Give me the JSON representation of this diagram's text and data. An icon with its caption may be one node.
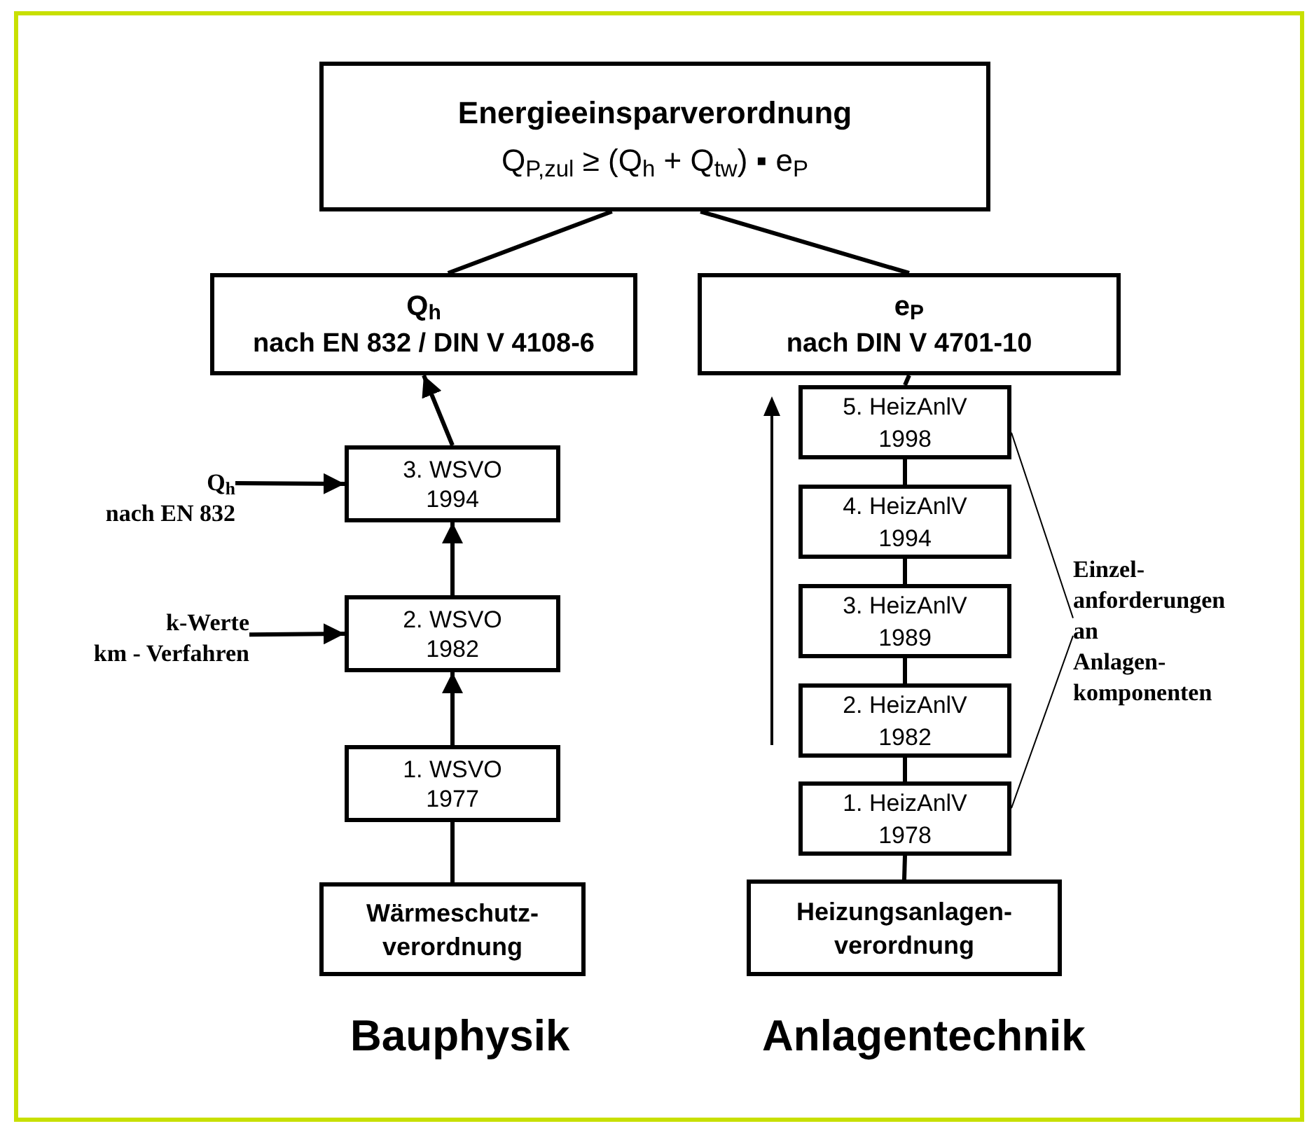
{
  "diagram": {
    "nodes": [
      {
        "text": [
          "Energieeinsparverordnung",
          "Q$_{P,zul}$ ≥ (Q$_{h}$ + Q$_{tw}$) ▪ e$_{P}$"
        ]
      },
      {
        "text": [
          "Q$_{h}$",
          "nach EN 832 / DIN V 4108-6"
        ]
      },
      {
        "text": [
          "e$_{P}$",
          "nach DIN V 4701-10"
        ]
      },
      {
        "text": [
          "3. WSVO",
          "1994"
        ]
      },
      {
        "text": [
          "2. WSVO",
          "1982"
        ]
      },
      {
        "text": [
          "1. WSVO",
          "1977"
        ]
      },
      {
        "text": [
          "Wärmeschutz- verordnung"
        ]
      },
      {
        "text": [
          "Q$_{h}$",
          "nach EN 832"
        ]
      },
      {
        "text": [
          "k-Werte",
          "km - Verfahren"
        ]
      },
      {
        "text": [
          "5. HeizAnlV",
          "1998"
        ]
      },
      {
        "text": [
          "4. HeizAnlV",
          "1994"
        ]
      },
      {
        "text": [
          "3. HeizAnlV",
          "1989"
        ]
      },
      {
        "text": [
          "2. HeizAnlV",
          "1982"
        ]
      },
      {
        "text": [
          "1. HeizAnlV",
          "1978"
        ]
      },
      {
        "text": [
          "Heizungsanlagen- verordnung"
        ]
      },
      {
        "text": [
          "Einzel- anforderungen an Anlagen- komponenten"
        ]
      }
    ],
    "edges": [
      {
        "from": 0,
        "to": 1,
        "arrow": "none"
      },
      {
        "from": 0,
        "to": 2,
        "arrow": "none"
      },
      {
        "from": 6,
        "to": 5,
        "arrow": "none"
      },
      {
        "from": 5,
        "to": 4,
        "arrow": "to"
      },
      {
        "from": 4,
        "to": 3,
        "arrow": "to"
      },
      {
        "from": 3,
        "to": 1,
        "arrow": "to"
      },
      {
        "from": 7,
        "to": 3,
        "arrow": "to"
      },
      {
        "from": 8,
        "to": 4,
        "arrow": "to"
      },
      {
        "from": 14,
        "to": 13,
        "arrow": "none"
      },
      {
        "from": 13,
        "to": 12,
        "arrow": "none"
      },
      {
        "from": 12,
        "to": 11,
        "arrow": "none"
      },
      {
        "from": 11,
        "to": 10,
        "arrow": "none"
      },
      {
        "from": 10,
        "to": 9,
        "arrow": "none"
      },
      {
        "from": 9,
        "to": 2,
        "arrow": "none"
      },
      {
        "from": 15,
        "to": 9,
        "arrow": "none"
      },
      {
        "from": 15,
        "to": 13,
        "arrow": "none"
      }
    ],
    "labels": [
      "Bauphysik",
      "Anlagentechnik"
    ]
  }
}
